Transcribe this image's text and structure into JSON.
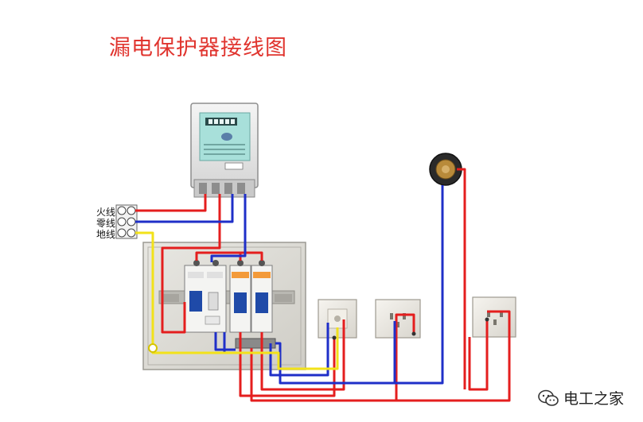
{
  "title": "漏电保护器接线图",
  "labels": {
    "fire": "火线",
    "neutral": "零线",
    "ground": "地线"
  },
  "watermark": {
    "text": "电工之家",
    "icon": "wechat-icon"
  },
  "colors": {
    "title": "#e0342e",
    "live_wire": "#e41e1e",
    "neutral_wire": "#1f2fc8",
    "ground_wire": "#f2e21a",
    "panel": "#d9d8d3",
    "meter_body": "#eaeaea",
    "breaker_orange": "#f39a3a"
  }
}
